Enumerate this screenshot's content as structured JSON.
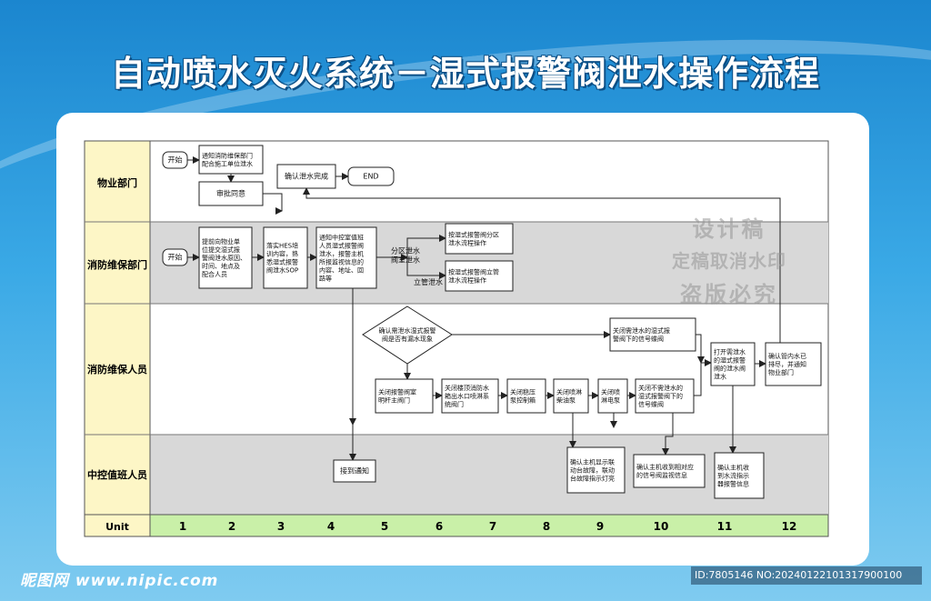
{
  "title": "自动喷水灭火系统－湿式报警阀泄水操作流程",
  "lanes": [
    {
      "label": "物业部门"
    },
    {
      "label": "消防维保部门"
    },
    {
      "label": "消防维保人员"
    },
    {
      "label": "中控值班人员"
    }
  ],
  "unit_label": "Unit",
  "units": [
    "1",
    "2",
    "3",
    "4",
    "5",
    "6",
    "7",
    "8",
    "9",
    "10",
    "11",
    "12"
  ],
  "nodes": {
    "start1": "开始",
    "notify_dept": [
      "通知消防维保部门",
      "配合施工单位泄水"
    ],
    "approve": "审批同意",
    "confirm_done": "确认泄水完成",
    "end": "END",
    "start2": "开始",
    "submit": [
      "提前向物业单",
      "位提交湿式报",
      "警阀泄水原因、",
      "时间、地点及",
      "配合人员"
    ],
    "hes": [
      "落实HES培",
      "训内容，熟",
      "悉湿式报警",
      "阀泄水SOP"
    ],
    "notify_ctrl": [
      "通知中控室值班",
      "人员湿式报警阀",
      "泄水，报警主机",
      "所报监视信息的",
      "内容、地址、回",
      "路等"
    ],
    "zone_drain": [
      "分区泄水",
      "阀室泄水"
    ],
    "riser_drain": "立管泄水",
    "zone_proc": [
      "按湿式报警阀分区",
      "泄水流程操作"
    ],
    "riser_proc": [
      "按湿式报警阀立管",
      "泄水流程操作"
    ],
    "decision": [
      "确认需泄水湿式报警",
      "阀是否有漏水现象"
    ],
    "close_signal_valve": [
      "关闭需泄水的湿式报",
      "警阀下的信号蝶阀"
    ],
    "open_drain": [
      "打开需泄水",
      "的湿式报警",
      "阀的泄水阀",
      "泄水"
    ],
    "confirm_pipe": [
      "确认管内水已",
      "排尽，并通知",
      "物业部门"
    ],
    "close_main": [
      "关闭报警阀室",
      "明杆主阀门"
    ],
    "close_roof": [
      "关闭楼顶消防水",
      "箱出水口喷淋系",
      "统阀门"
    ],
    "close_pressure": [
      "关闭稳压",
      "泵控制箱"
    ],
    "close_jockey": [
      "关闭喷淋",
      "柴油泵"
    ],
    "close_elec": [
      "关闭喷",
      "淋电泵"
    ],
    "close_other": [
      "关闭不需泄水的",
      "湿式报警阀下的",
      "信号蝶阀"
    ],
    "receive": "接到通知",
    "confirm_host": [
      "确认主机显示联",
      "动台故障，联动",
      "台故障指示灯亮"
    ],
    "confirm_signal": [
      "确认主机收到相对应",
      "的信号阀监视信息"
    ],
    "confirm_flow": [
      "确认主机收",
      "到水流指示",
      "器报警信息"
    ]
  },
  "watermark": [
    "设计稿",
    "定稿取消水印",
    "盗版必究"
  ],
  "footer": {
    "site": "昵图网 www.nipic.com",
    "id": "ID:7805146 NO:20240122101317900100"
  },
  "colors": {
    "header_bg": "#fdf6c6",
    "grey_band": "#d8d8d8",
    "unit_bg": "#c9f0a8",
    "line": "#222222"
  }
}
